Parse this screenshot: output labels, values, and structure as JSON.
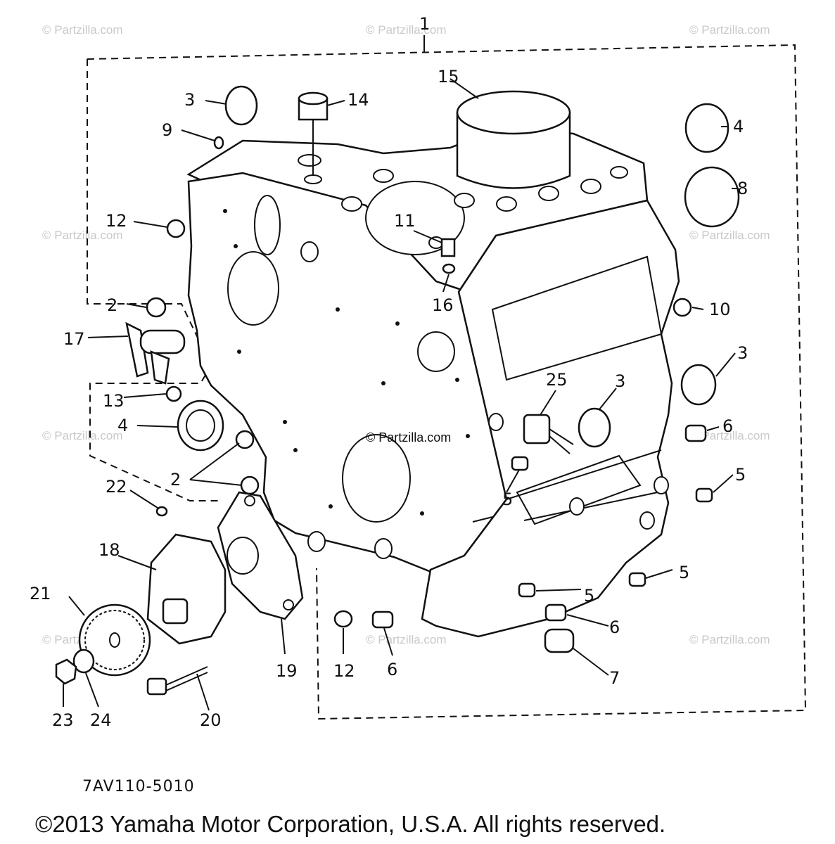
{
  "diagram": {
    "callouts": [
      {
        "id": "1",
        "label": "1"
      },
      {
        "id": "2a",
        "label": "2"
      },
      {
        "id": "2b",
        "label": "2"
      },
      {
        "id": "3a",
        "label": "3"
      },
      {
        "id": "3b",
        "label": "3"
      },
      {
        "id": "3c",
        "label": "3"
      },
      {
        "id": "4a",
        "label": "4"
      },
      {
        "id": "4b",
        "label": "4"
      },
      {
        "id": "5a",
        "label": "5"
      },
      {
        "id": "5b",
        "label": "5"
      },
      {
        "id": "5c",
        "label": "5"
      },
      {
        "id": "5d",
        "label": "5"
      },
      {
        "id": "6a",
        "label": "6"
      },
      {
        "id": "6b",
        "label": "6"
      },
      {
        "id": "6c",
        "label": "6"
      },
      {
        "id": "7",
        "label": "7"
      },
      {
        "id": "8",
        "label": "8"
      },
      {
        "id": "9",
        "label": "9"
      },
      {
        "id": "10",
        "label": "10"
      },
      {
        "id": "11",
        "label": "11"
      },
      {
        "id": "12a",
        "label": "12"
      },
      {
        "id": "12b",
        "label": "12"
      },
      {
        "id": "13",
        "label": "13"
      },
      {
        "id": "14",
        "label": "14"
      },
      {
        "id": "15",
        "label": "15"
      },
      {
        "id": "16",
        "label": "16"
      },
      {
        "id": "17",
        "label": "17"
      },
      {
        "id": "18",
        "label": "18"
      },
      {
        "id": "19",
        "label": "19"
      },
      {
        "id": "20",
        "label": "20"
      },
      {
        "id": "21",
        "label": "21"
      },
      {
        "id": "22",
        "label": "22"
      },
      {
        "id": "23",
        "label": "23"
      },
      {
        "id": "24",
        "label": "24"
      },
      {
        "id": "25",
        "label": "25"
      }
    ],
    "part_code": "7AV110-5010",
    "copyright": "©2013 Yamaha Motor Corporation, U.S.A. All rights reserved.",
    "watermark": "© Partzilla.com"
  },
  "colors": {
    "ink": "#111111",
    "watermark": "#c9c9c9",
    "background": "#ffffff"
  }
}
